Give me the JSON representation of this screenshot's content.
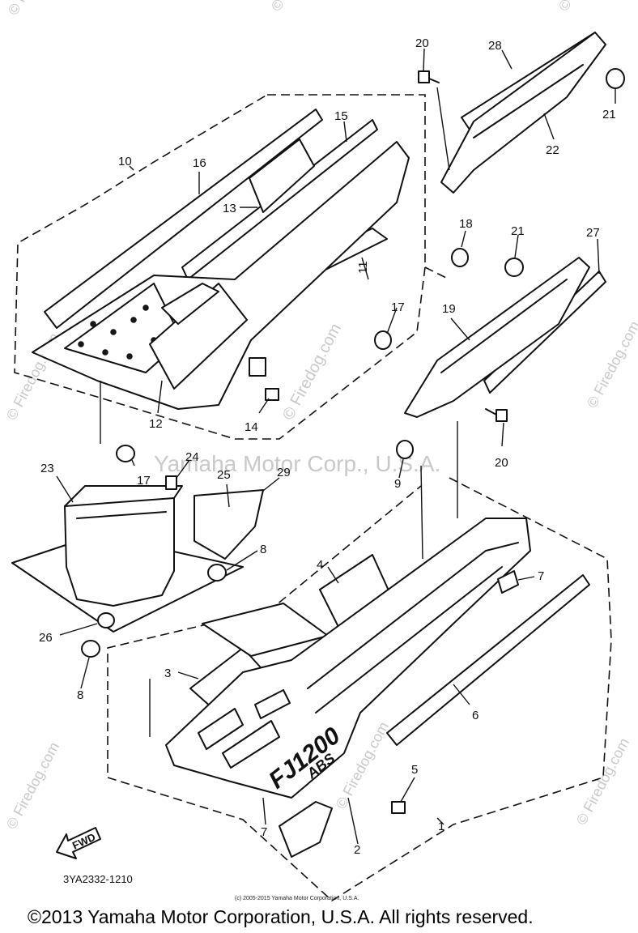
{
  "diagram": {
    "part_code": "3YA2332-1210",
    "small_copyright": "(c) 2005-2015 Yamaha Motor Corporation, U.S.A.",
    "footer_copyright": "©2013 Yamaha Motor Corporation, U.S.A. All rights reserved.",
    "watermark_center": "Yamaha Motor Corp., U.S.A.",
    "watermark_site": "© Firedog.com",
    "fwd_arrow_text": "FWD",
    "body_logo_model": "FJ1200",
    "body_logo_abs": "ABS",
    "callouts": {
      "c1": "1",
      "c2": "2",
      "c3": "3",
      "c4": "4",
      "c5": "5",
      "c6": "6",
      "c7a": "7",
      "c7b": "7",
      "c8a": "8",
      "c8b": "8",
      "c9": "9",
      "c10": "10",
      "c11": "11",
      "c12": "12",
      "c13": "13",
      "c14": "14",
      "c15": "15",
      "c16": "16",
      "c17a": "17",
      "c17b": "17",
      "c18": "18",
      "c19": "19",
      "c20a": "20",
      "c20b": "20",
      "c21a": "21",
      "c21b": "21",
      "c22": "22",
      "c23": "23",
      "c24": "24",
      "c25": "25",
      "c26": "26",
      "c27": "27",
      "c28": "28",
      "c29": "29"
    }
  }
}
